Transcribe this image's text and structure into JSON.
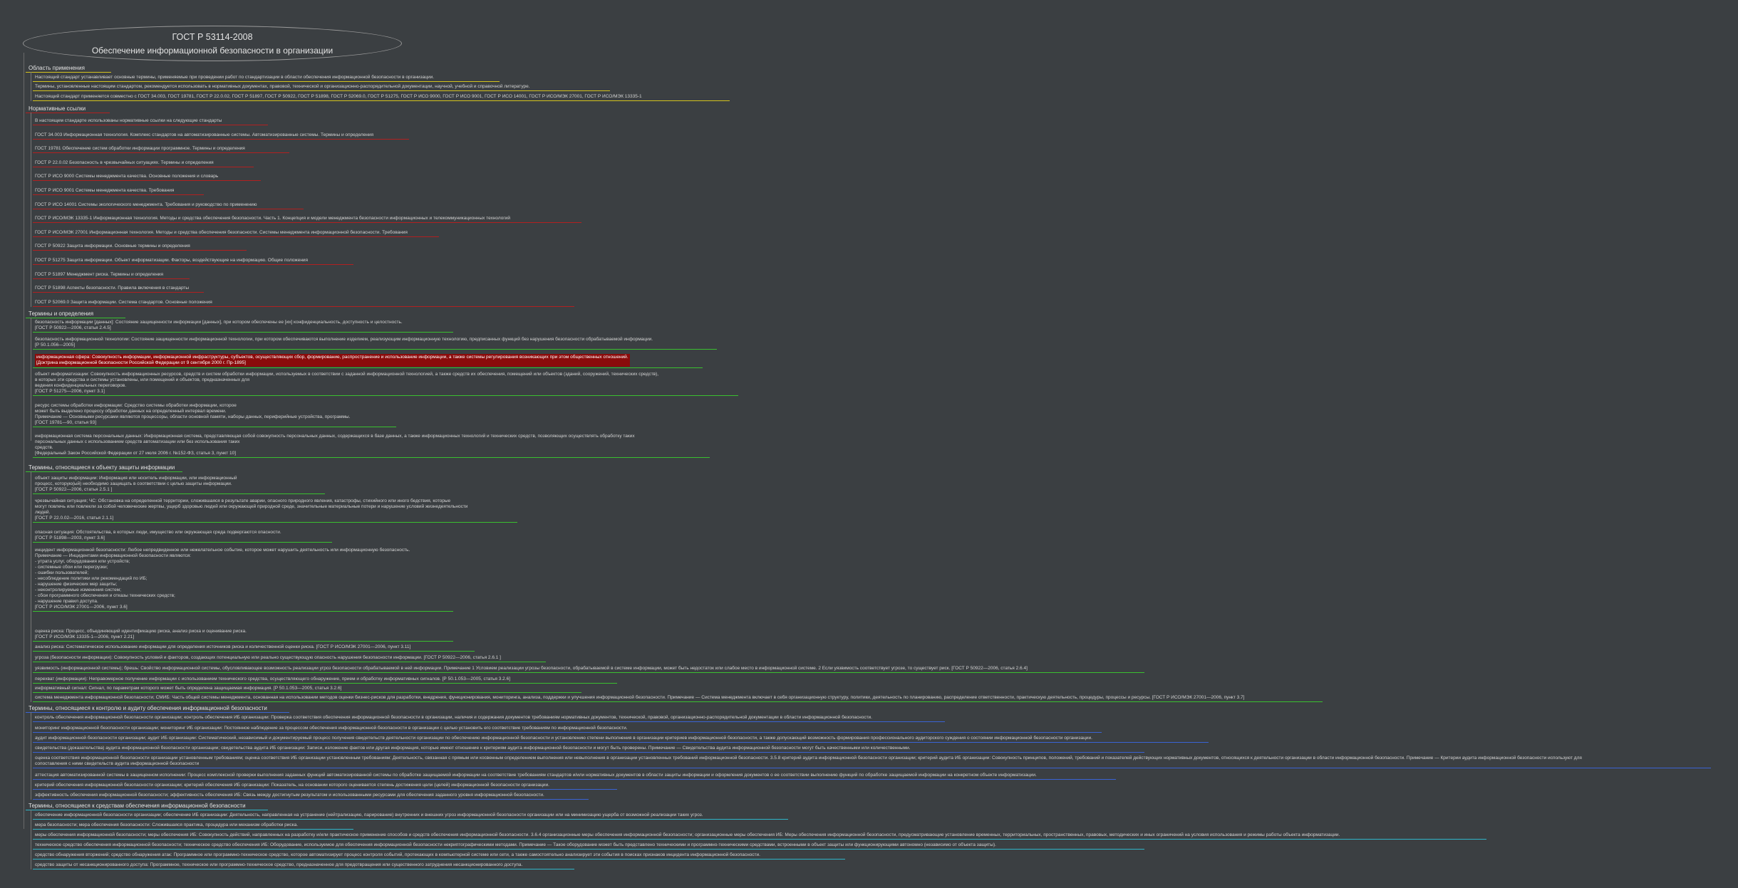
{
  "root": {
    "line1": "ГОСТ Р 53114-2008",
    "line2": "Обеспечение информационной безопасности в организации"
  },
  "colors": {
    "background": "#3b3f42",
    "yellow": "#d4c21e",
    "red": "#b22020",
    "green": "#39c02f",
    "blue": "#3a63d4",
    "cyan": "#2fb6c9",
    "highlight": "#8a0b0b"
  },
  "branches": [
    {
      "label": "Область применения",
      "color": "#d4c21e",
      "items": [
        "Настоящий стандарт устанавливает основные термины, применяемые при проведении работ по стандартизации в области обеспечения информационной безопасности в организации.",
        "Термины, установленные настоящим стандартом, рекомендуется использовать в нормативных документах, правовой, технической и организационно-распорядительной документации, научной, учебной и справочной литературе.",
        "Настоящий стандарт применяется совместно с ГОСТ 34.003, ГОСТ 19781, ГОСТ Р 22.0.02, ГОСТ Р 51897, ГОСТ Р 50922, ГОСТ Р 51898, ГОСТ Р 52069.0, ГОСТ Р 51275, ГОСТ Р ИСО 9000, ГОСТ Р ИСО 9001, ГОСТ Р ИСО 14001, ГОСТ Р ИСО/МЭК 27001, ГОСТ Р ИСО/МЭК 13335-1"
      ]
    },
    {
      "label": "Нормативные ссылки",
      "color": "#b22020",
      "items": [
        "В настоящем стандарте использованы нормативные ссылки на следующие стандарты",
        "ГОСТ 34.003 Информационная технология. Комплекс стандартов на автоматизированные системы. Автоматизированные системы. Термины и определения",
        "ГОСТ 19781 Обеспечение систем обработки информации программное. Термины и определения",
        "ГОСТ Р 22.0.02 Безопасность в чрезвычайных ситуациях. Термины и определения",
        "ГОСТ Р ИСО 9000 Системы менеджмента качества. Основные положения и словарь",
        "ГОСТ Р ИСО 9001 Системы менеджмента качества. Требования",
        "ГОСТ Р ИСО 14001 Системы экологического менеджмента. Требования и руководство по применению",
        "ГОСТ Р ИСО/МЭК 13335-1 Информационная технология. Методы и средства обеспечения безопасности. Часть 1. Концепция и модели менеджмента безопасности информационных и телекоммуникационных технологий",
        "ГОСТ Р ИСО/МЭК 27001 Информационная технология. Методы и средства обеспечения безопасности. Системы менеджмента информационной безопасности. Требования",
        "ГОСТ Р 50922 Защита информации. Основные термины и определения",
        "ГОСТ Р 51275 Защита информации. Объект информатизации. Факторы, воздействующие на информацию. Общие положения",
        "ГОСТ Р 51897 Менеджмент риска. Термины и определения",
        "ГОСТ Р 51898 Аспекты безопасности. Правила включения в стандарты",
        "ГОСТ Р 52069.0 Защита информации. Система стандартов. Основные положения"
      ]
    },
    {
      "label": "Термины и определения",
      "color": "#39c02f",
      "items": [
        "безопасность информации [данных]: Состояние защищенности информации [данных], при котором обеспечены ее [их] конфиденциальность, доступность и целостность.\n[ГОСТ Р 50922—2006, статья 2.4.5]",
        "безопасность информационной технологии: Состояние защищенности информационной технологии, при котором обеспечиваются выполнение изделием, реализующим информационную технологию, предписанных функций без нарушения безопасности обрабатываемой информации.\n[Р 50.1.056—2005]",
        "информационная сфера: Совокупность информации, информационной инфраструктуры, субъектов, осуществляющих сбор, формирование, распространение и использование информации, а также системы регулирования возникающих при этом общественных отношений.\n[Доктрина информационной безопасности Российской Федерации от 9 сентября 2000 г. Пр-1895]",
        "объект информатизации: Совокупность информационных ресурсов, средств и систем обработки информации, используемых в соответствии с заданной информационной технологией, а также средств их обеспечения, помещений или объектов (зданий, сооружений, технических средств),\nв которых эти средства и системы установлены, или помещений и объектов, предназначенных для\nведения конфиденциальных переговоров.\n[ГОСТ Р 51275—2006, пункт 3.1]",
        "ресурс системы обработки информации: Средство системы обработки информации, которое\nможет быть выделено процессу обработки данных на определенный интервал времени.\nПримечание — Основными ресурсами являются процессоры, области основной памяти, наборы данных, периферийные устройства, программы.\n[ГОСТ 19781—90, статья 93]",
        "информационная система персональных данных: Информационная система, представляющая собой совокупность персональных данных, содержащихся в базе данных, а также информационных технологий и технических средств, позволяющих осуществлять обработку таких\nперсональных данных с использованием средств автоматизации или без использования таких\nсредств.\n[Федеральный Закон Российской Федерации от 27 июля 2006 г. №152-ФЗ, статья 3, пункт 10]"
      ]
    },
    {
      "label": "Термины, относящиеся к объекту защиты информации",
      "color": "#39c02f",
      "items": [
        "объект защиты информации: Информация или носитель информации, или информационный\nпроцесс, которую(ый) необходимо защищать в соответствии с целью защиты информации.\n[ГОСТ Р 50922—2006, статья 2.5.1 ]",
        "чрезвычайная ситуация; ЧС: Обстановка на определенной территории, сложившаяся в результате аварии, опасного природного явления, катастрофы, стихийного или иного бедствия, которые\nмогут повлечь или повлекли за собой человеческие жертвы, ущерб здоровью людей или окружающей природной среде, значительные материальные потери и нарушение условий жизнедеятельности\nлюдей.\n[ГОСТ Р 22.0.02—2016, статья 2.1.1]",
        "опасная ситуация: Обстоятельства, в которых люди, имущество или окружающая среда подвергаются опасности.\n[ГОСТ Р 51898—2003, пункт 3.6]",
        "инцидент информационной безопасности: Любое непредвиденное или нежелательное событие, которое может нарушить деятельность или информационную безопасность.\nПримечание — Инцидентами информационной безопасности являются:\n- утрата услуг, оборудования или устройств;\n- системные сбои или перегрузки;\n- ошибки пользователей;\n- несоблюдение политики или рекомендаций по ИБ;\n- нарушение физических мер защиты;\n- неконтролируемые изменения систем;\n- сбои программного обеспечения и отказы технических средств;\n- нарушение правил доступа.\n[ГОСТ Р ИСО/МЭК 27001—2006, пункт 3.6]",
        "оценка риска: Процесс, объединяющий идентификацию риска, анализ риска и оценивание риска.\n[ГОСТ Р ИСО/МЭК 13335-1—2006, пункт 2.21]",
        "анализ риска: Систематическое использование информации для определения источников риска и количественной оценки риска. [ГОСТ Р ИСО/МЭК 27001—2006, пункт 3.11]",
        "угроза (безопасности информации): Совокупность условий и факторов, создающих потенциальную или реально существующую опасность нарушения безопасности информации. [ГОСТ Р 50922—2006, статья 2.6.1 ]",
        "уязвимость (информационной системы); брешь: Свойство информационной системы, обусловливающее возможность реализации угроз безопасности обрабатываемой в ней информации. Примечание 1 Условием реализации угрозы безопасности, обрабатываемой в системе информации, может быть недостаток или слабое место в информационной системе. 2 Если уязвимость соответствует угрозе, то существует риск. [ГОСТ Р 50922—2006, статья 2.6.4]",
        "перехват (информации): Неправомерное получение информации с использованием технического средства, осуществляющего обнаружение, прием и обработку информативных сигналов. [Р 50.1.053—2005, статья 3.2.6]",
        "информативный сигнал: Сигнал, по параметрам которого может быть определена защищаемая информация. [Р 50.1.053—2005, статья 3.2.6]",
        "система менеджмента информационной безопасности; СМИБ: Часть общей системы менеджмента, основанная на использовании методов оценки бизнес-рисков для разработки, внедрения, функционирования, мониторинга, анализа, поддержки и улучшения информационной безопасности. Примечание — Система менеджмента включает в себя организационную структуру, политики, деятельность по планированию, распределение ответственности, практическую деятельность, процедуры, процессы и ресурсы. [ГОСТ Р ИСО/МЭК 27001—2006, пункт 3.7]"
      ]
    },
    {
      "label": "Термины, относящиеся к контролю и аудиту обеспечения информационной безопасности",
      "color": "#3a63d4",
      "items": [
        "контроль обеспечения информационной безопасности организации; контроль обеспечения ИБ организации: Проверка соответствия обеспечения информационной безопасности в организации, наличия и содержания документов требованиям нормативных документов, технической, правовой, организационно-распорядительной документации в области информационной безопасности.",
        "мониторинг информационной безопасности организации; мониторинг ИБ организации: Постоянное наблюдение за процессом обеспечения информационной безопасности в организации с целью установить его соответствие требованиям по информационной безопасности.",
        "аудит информационной безопасности организации; аудит ИБ организации: Систематический, независимый и документируемый процесс получения свидетельств деятельности организации по обеспечению информационной безопасности и установлению степени выполнения в организации критериев информационной безопасности, а также допускающий возможность формирования профессионального аудиторского суждения о состоянии информационной безопасности организации.",
        "свидетельства (доказательства) аудита информационной безопасности организации; свидетельства аудита ИБ организации: Записи, изложение фактов или другая информация, которые имеют отношение к критериям аудита информационной безопасности и могут быть проверены. Примечание — Свидетельства аудита информационной безопасности могут быть качественными или количественными.",
        "оценка соответствия информационной безопасности организации установленным требованиям; оценка соответствия ИБ организации установленным требованиям: Деятельность, связанная с прямым или косвенным определением выполнения или невыполнения в организации установленных требований информационной безопасности. 3.5.8 критерий аудита информационной безопасности организации; критерий аудита ИБ организации: Совокупность принципов, положений, требований и показателей действующих нормативных документов, относящихся к деятельности организации в области информационной безопасности. Примечание — Критерии аудита информационной безопасности используют для\nсопоставления с ними свидетельств аудита информационной безопасности",
        "аттестация автоматизированной системы в защищенном исполнении: Процесс комплексной проверки выполнения заданных функций автоматизированной системы по обработке защищаемой информации на соответствие требованиям стандартов и/или нормативных документов в области защиты информации и оформления документов о ее соответствии выполнению функций по обработке защищаемой информации на конкретном объекте информатизации.",
        "критерий обеспечения информационной безопасности организации; критерий обеспечения ИБ организации: Показатель, на основании которого оценивается степень достижения цели (целей) информационной безопасности организации.",
        "эффективность обеспечения информационной безопасности; эффективность обеспечения ИБ: Связь между достигнутым результатом и использованными ресурсами для обеспечения заданного уровня информационной безопасности."
      ]
    },
    {
      "label": "Термины, относящиеся к средствам обеспечения информационной безопасности",
      "color": "#2fb6c9",
      "items": [
        "обеспечение информационной безопасности организации; обеспечение ИБ организации: Деятельность, направленная на устранение (нейтрализацию, парирование) внутренних и внешних угроз информационной безопасности организации или на минимизацию ущерба от возможной реализации таких угроз.",
        "мера безопасности; мера обеспечения безопасности: Сложившаяся практика, процедура или механизм обработки риска.",
        "меры обеспечения информационной безопасности; меры обеспечения ИБ: Совокупность действий, направленных на разработку и/или практическое применение способов и средств обеспечения информационной безопасности. 3.6.4 организационные меры обеспечения информационной безопасности; организационные меры обеспечения ИБ: Меры обеспечения информационной безопасности, предусматривающие установление временных, территориальных, пространственных, правовых, методических и иных ограничений на условия использования и режимы работы объекта информатизации.",
        "техническое средство обеспечения информационной безопасности; техническое средство обеспечения ИБ: Оборудование, используемое для обеспечения информационной безопасности некриптографическими методами. Примечание — Такое оборудование может быть представлено техническими и программно-техническими средствами, встроенными в объект защиты или функционирующими автономно (независимо от объекта защиты).",
        "средство обнаружения вторжений; средство обнаружения атак: Программное или программно-техническое средство, которое автоматизирует процесс контроля событий, протекающих в компьютерной системе или сети, а также самостоятельно анализирует эти события в поисках признаков инцидента информационной безопасности.",
        "средство защиты от несанкционированного доступа: Программное, техническое или программно-техническое средство, предназначенное для предотвращения или существенного затруднения несанкционированного доступа."
      ]
    }
  ]
}
